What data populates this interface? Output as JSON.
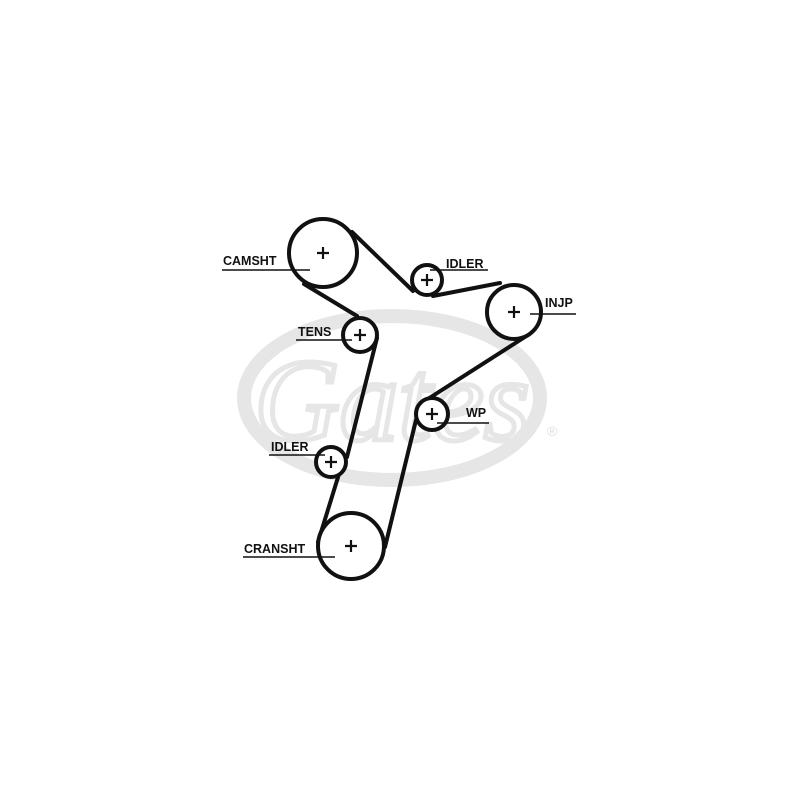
{
  "diagram": {
    "labels": {
      "camshaft": "CAMSHT",
      "idler_top": "IDLER",
      "injection_pump": "INJP",
      "tensioner": "TENS",
      "water_pump": "WP",
      "idler_bottom": "IDLER",
      "crankshaft": "CRANSHT"
    },
    "watermark": {
      "text": "Gates",
      "registered_mark": "®"
    },
    "colors": {
      "ink": "#111111",
      "watermark": "#e6e6e6"
    }
  }
}
